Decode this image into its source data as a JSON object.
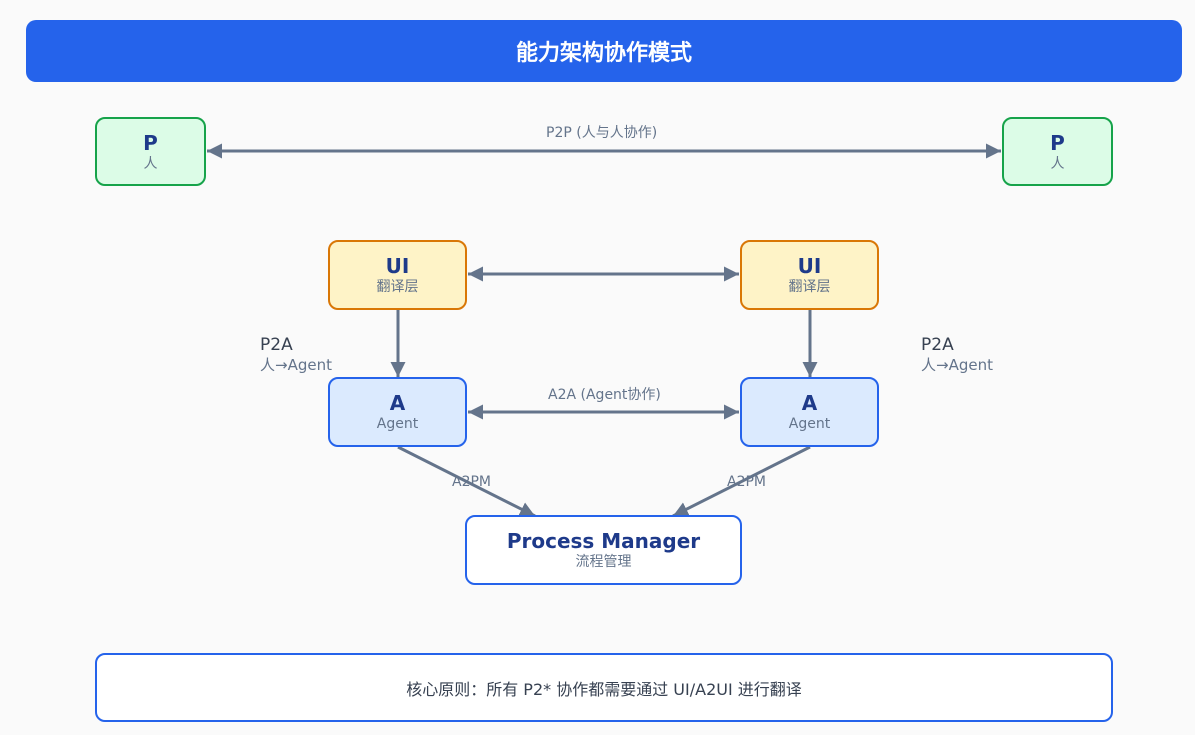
{
  "title": "能力架构协作模式",
  "nodes": {
    "person_left": {
      "main": "P",
      "sub": "人"
    },
    "person_right": {
      "main": "P",
      "sub": "人"
    },
    "ui_left": {
      "main": "UI",
      "sub": "翻译层"
    },
    "ui_right": {
      "main": "UI",
      "sub": "翻译层"
    },
    "agent_left": {
      "main": "A",
      "sub": "Agent"
    },
    "agent_right": {
      "main": "A",
      "sub": "Agent"
    },
    "process_manager": {
      "main": "Process Manager",
      "sub": "流程管理"
    }
  },
  "edges": {
    "p2p": "P2P (人与人协作)",
    "a2a": "A2A (Agent协作)",
    "a2pm_left": "A2PM",
    "a2pm_right": "A2PM"
  },
  "side_labels": {
    "left": {
      "line1": "P2A",
      "line2": "人→Agent"
    },
    "right": {
      "line1": "P2A",
      "line2": "人→Agent"
    }
  },
  "principle": "核心原则：所有 P2* 协作都需要通过 UI/A2UI 进行翻译",
  "colors": {
    "title_bg": "#2563eb",
    "person_fill": "#dcfce7",
    "person_border": "#16a34a",
    "ui_fill": "#fef3c7",
    "ui_border": "#d97706",
    "agent_fill": "#dbeafe",
    "agent_border": "#2563eb",
    "edge": "#64748b"
  }
}
